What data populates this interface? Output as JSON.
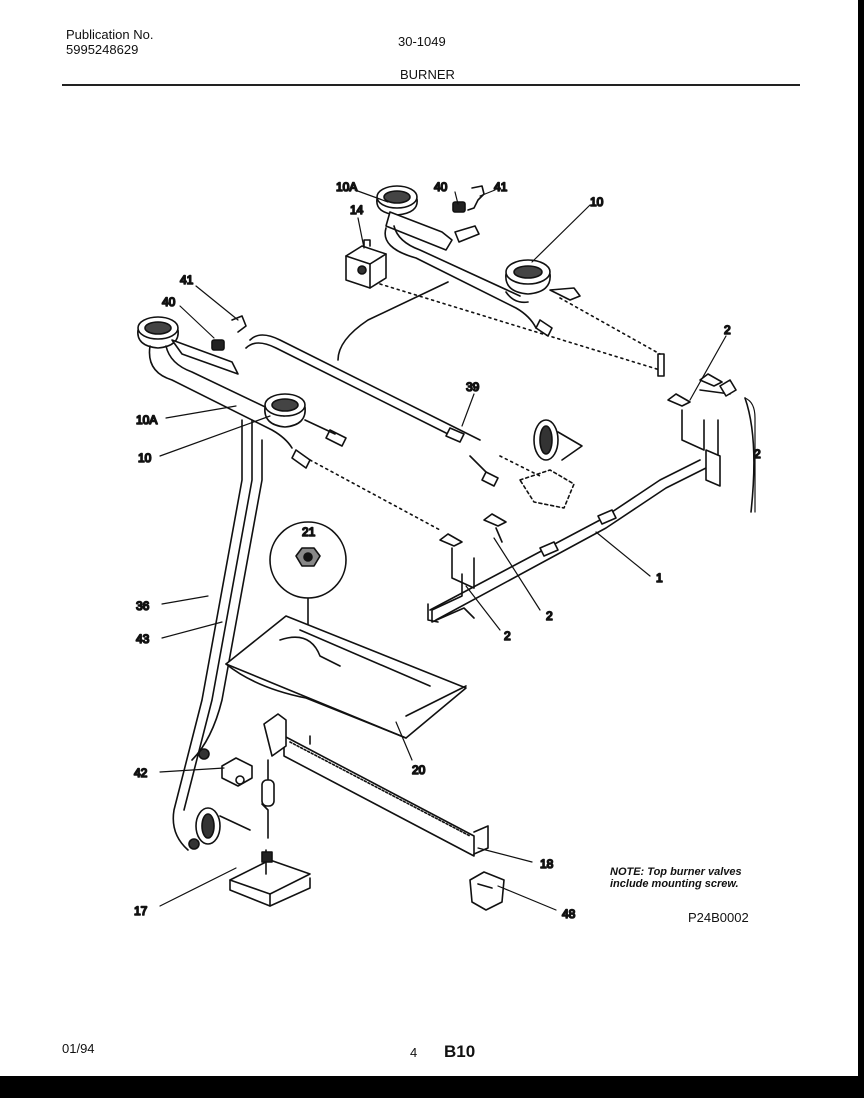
{
  "header": {
    "publication_label": "Publication No.",
    "publication_number": "5995248629",
    "model_code": "30-1049",
    "section_title": "BURNER"
  },
  "callouts": {
    "c10a_top": "10A",
    "c40_top": "40",
    "c41_top": "41",
    "c10_top": "10",
    "c14": "14",
    "c41_left": "41",
    "c40_left": "40",
    "c39": "39",
    "c2_top": "2",
    "c2_right": "2",
    "c10a_left": "10A",
    "c10_left": "10",
    "c21": "21",
    "c1": "1",
    "c36": "36",
    "c43": "43",
    "c2_mid": "2",
    "c2_low": "2",
    "c42": "42",
    "c20": "20",
    "c18": "18",
    "c17": "17",
    "c48": "48"
  },
  "note": {
    "line1": "NOTE: Top burner valves",
    "line2": "include mounting screw."
  },
  "figure_code": "P24B0002",
  "footer": {
    "date": "01/94",
    "page_number": "4",
    "page_code": "B10"
  }
}
